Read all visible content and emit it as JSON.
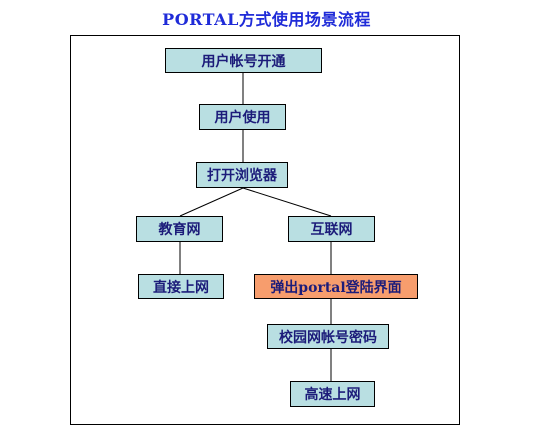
{
  "diagram": {
    "title": "PORTAL方式使用场景流程",
    "nodes": [
      {
        "id": "n1",
        "label": "用户帐号开通"
      },
      {
        "id": "n2",
        "label": "用户使用"
      },
      {
        "id": "n3",
        "label": "打开浏览器"
      },
      {
        "id": "n4",
        "label": "教育网"
      },
      {
        "id": "n5",
        "label": "互联网"
      },
      {
        "id": "n6",
        "label": "直接上网"
      },
      {
        "id": "n7",
        "label": "弹出portal登陆界面",
        "highlight": true
      },
      {
        "id": "n8",
        "label": "校园网帐号密码"
      },
      {
        "id": "n9",
        "label": "高速上网"
      }
    ],
    "edges": [
      [
        "n1",
        "n2"
      ],
      [
        "n2",
        "n3"
      ],
      [
        "n3",
        "n4"
      ],
      [
        "n3",
        "n5"
      ],
      [
        "n4",
        "n6"
      ],
      [
        "n5",
        "n7"
      ],
      [
        "n7",
        "n8"
      ],
      [
        "n8",
        "n9"
      ]
    ],
    "colors": {
      "title": "#1f2bd8",
      "node_fill": "#b9dfe2",
      "highlight_fill": "#f79d6d",
      "node_text": "#1c1c7a"
    }
  }
}
